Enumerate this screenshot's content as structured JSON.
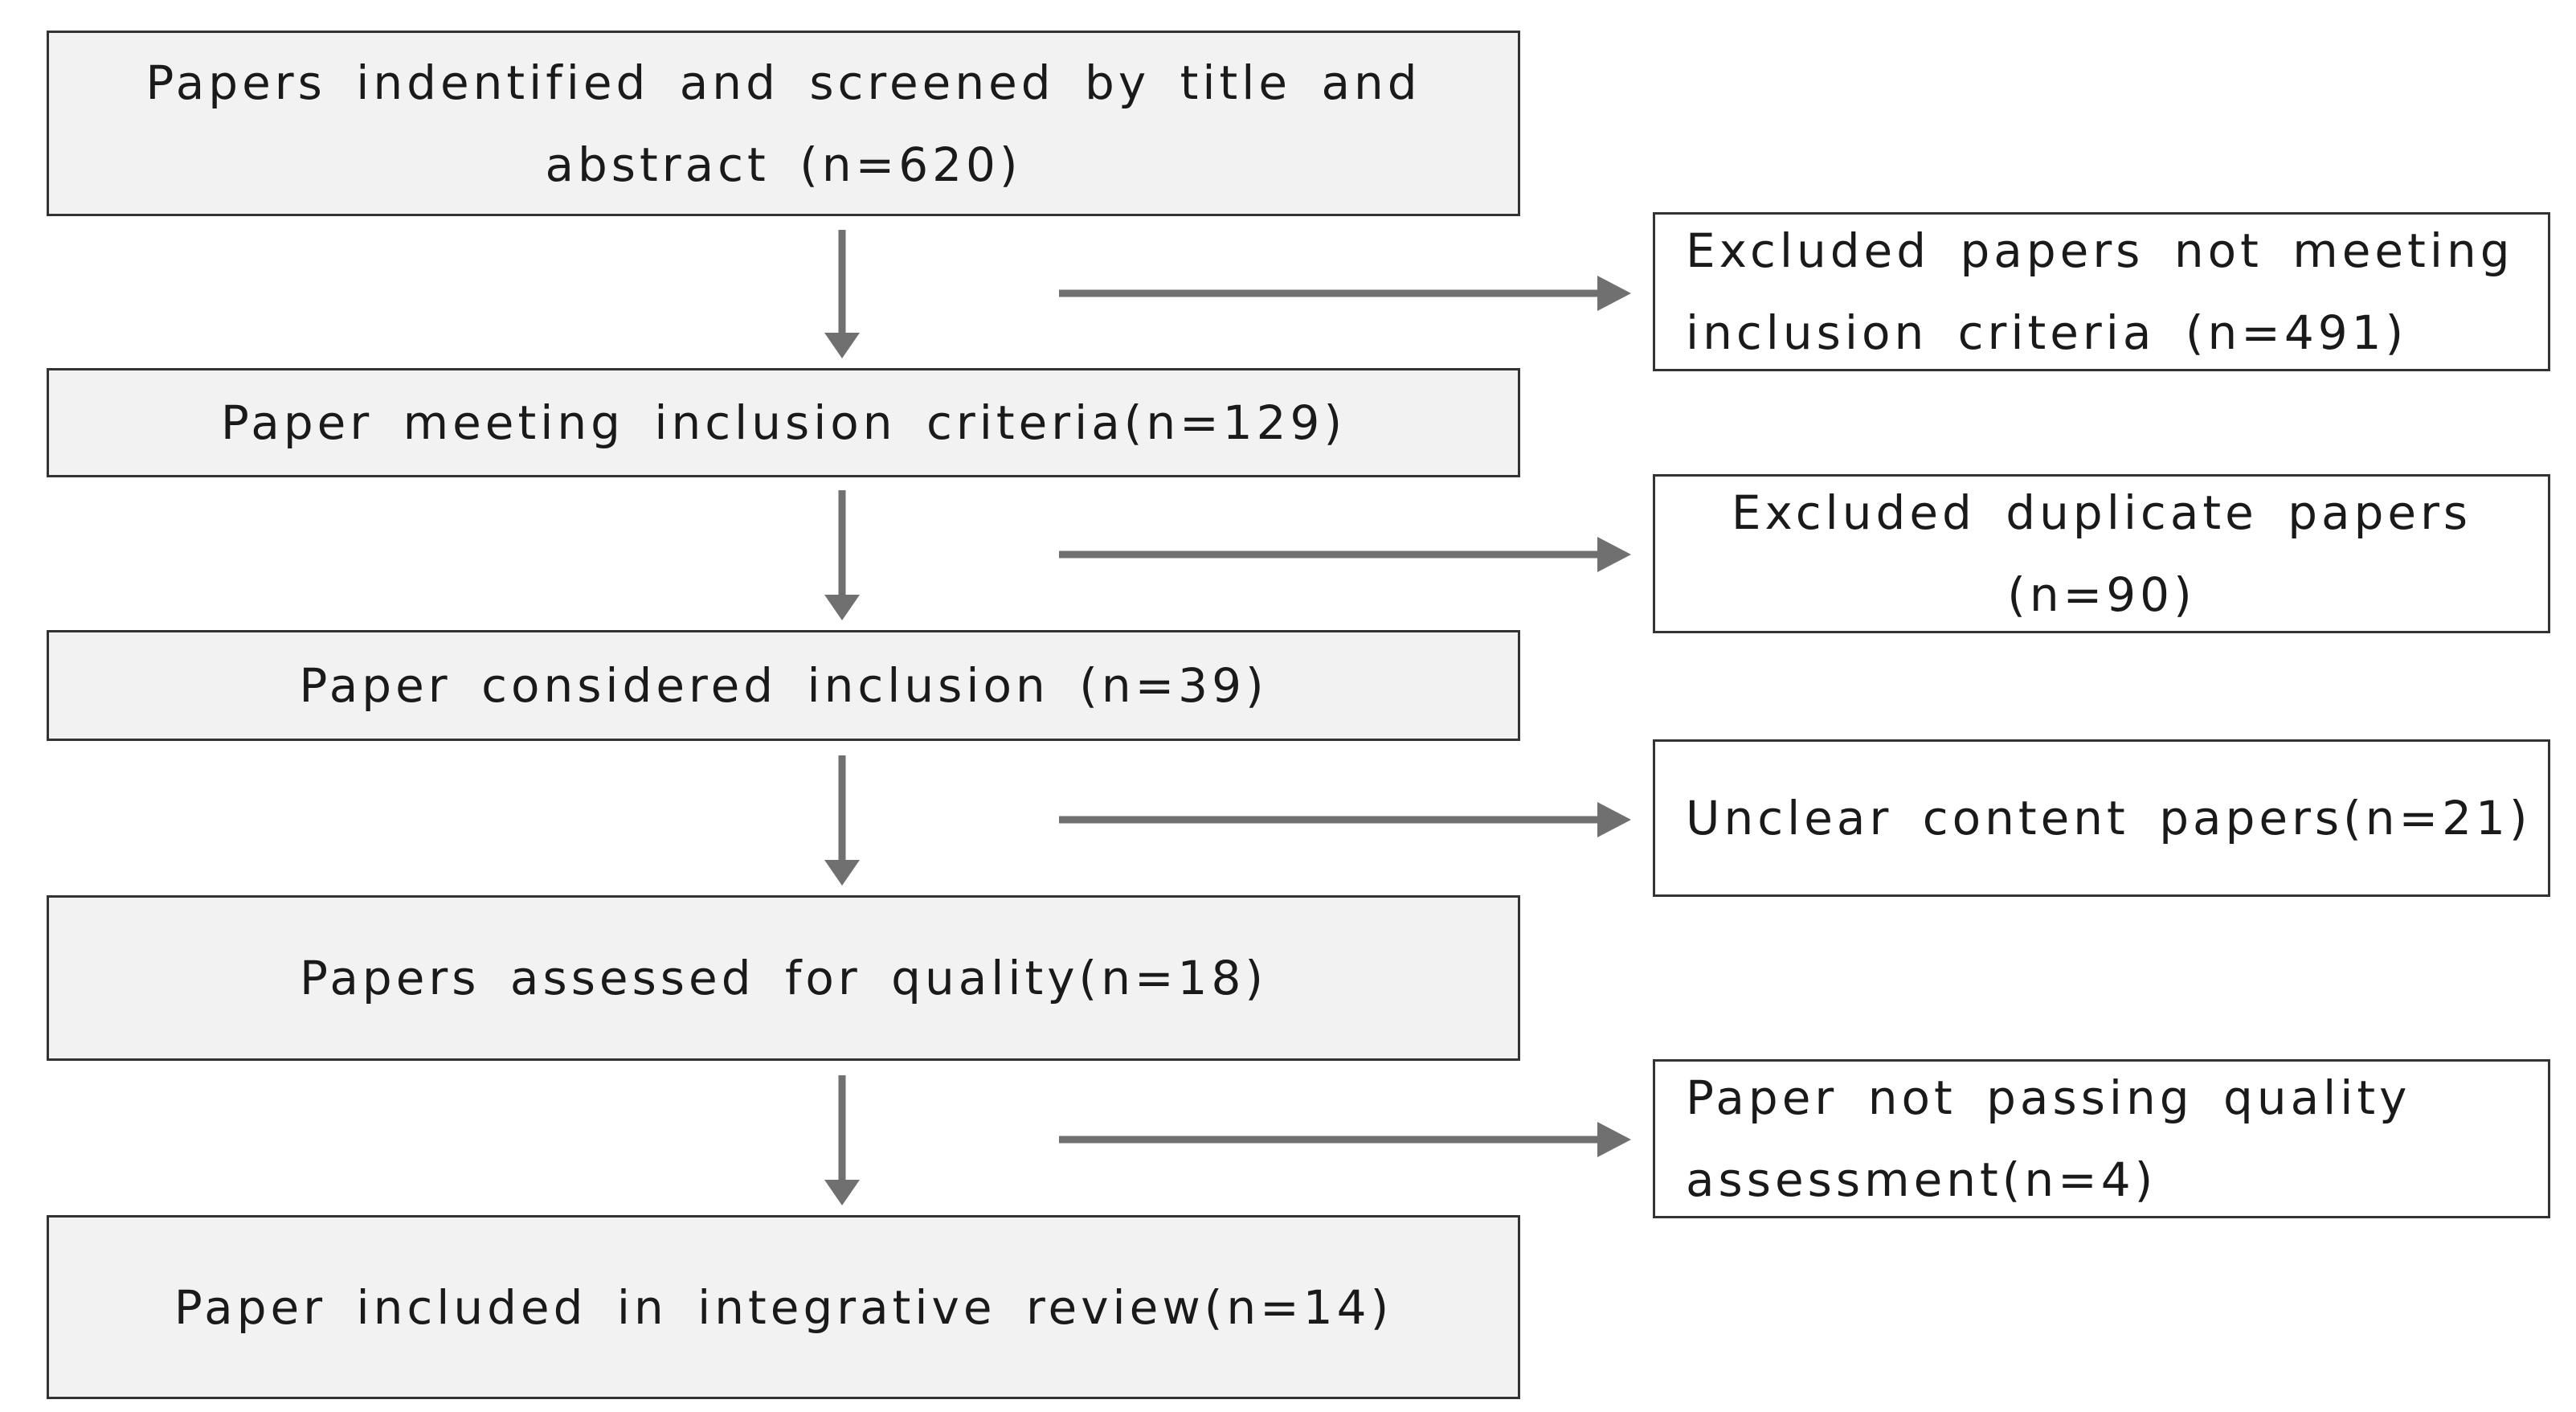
{
  "main_boxes": [
    {
      "label": "Papers indentified and screened by title and\nabstract (n=620)"
    },
    {
      "label": "Paper meeting inclusion criteria(n=129)"
    },
    {
      "label": "Paper considered inclusion (n=39)"
    },
    {
      "label": "Papers assessed for quality(n=18)"
    },
    {
      "label": "Paper included in integrative review(n=14)"
    }
  ],
  "excluded_boxes": [
    {
      "label": "Excluded papers not meeting\ninclusion criteria (n=491)"
    },
    {
      "label": "Excluded duplicate papers\n(n=90)"
    },
    {
      "label": "Unclear content papers(n=21)"
    },
    {
      "label": "Paper not passing quality\n assessment(n=4)"
    }
  ],
  "colors": {
    "main_fill": "#f2f2f2",
    "side_fill": "#ffffff",
    "border": "#333333",
    "arrow": "#707070"
  }
}
